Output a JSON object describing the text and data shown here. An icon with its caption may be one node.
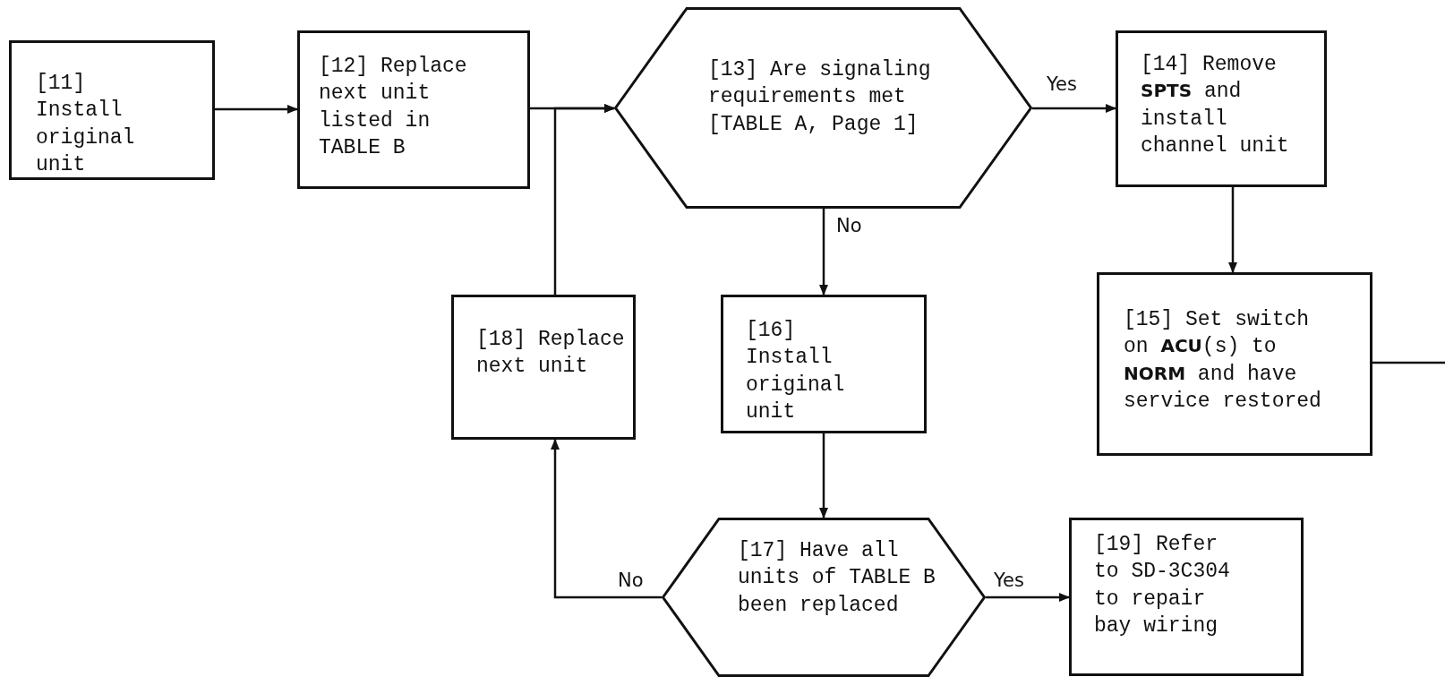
{
  "diagram": {
    "nodes": [
      {
        "text": [
          "[11] Install original unit"
        ]
      },
      {
        "text": [
          "[12] Replace next unit listed in TABLE B"
        ]
      },
      {
        "text": [
          "[13] Are signaling requirements met [TABLE A, Page 1]"
        ]
      },
      {
        "text": [
          "[14] Remove **SPTS** and install channel unit"
        ]
      },
      {
        "text": [
          "[18] Replace next unit"
        ]
      },
      {
        "text": [
          "[16] Install original unit"
        ]
      },
      {
        "text": [
          "[15] Set switch on **ACU**(s) to **NORM** and have service restored"
        ]
      },
      {
        "text": [
          "[17] Have all units of TABLE B been replaced"
        ]
      },
      {
        "text": [
          "[19] Refer to SD-3C304 to repair bay wiring"
        ]
      }
    ],
    "edges": [
      {
        "from": 0,
        "to": 1,
        "arrow": "to"
      },
      {
        "from": 1,
        "to": 2,
        "arrow": "to"
      },
      {
        "from": 2,
        "to": 3,
        "arrow": "to",
        "label": "Yes"
      },
      {
        "from": 3,
        "to": 6,
        "arrow": "to"
      },
      {
        "from": 6,
        "to": null,
        "arrow": "none"
      },
      {
        "from": 2,
        "to": 5,
        "arrow": "to",
        "label": "No"
      },
      {
        "from": 5,
        "to": 7,
        "arrow": "to"
      },
      {
        "from": 7,
        "to": 4,
        "arrow": "to",
        "label": "No"
      },
      {
        "from": 7,
        "to": 8,
        "arrow": "to",
        "label": "Yes"
      },
      {
        "from": 4,
        "to": 2,
        "arrow": "to"
      }
    ]
  }
}
